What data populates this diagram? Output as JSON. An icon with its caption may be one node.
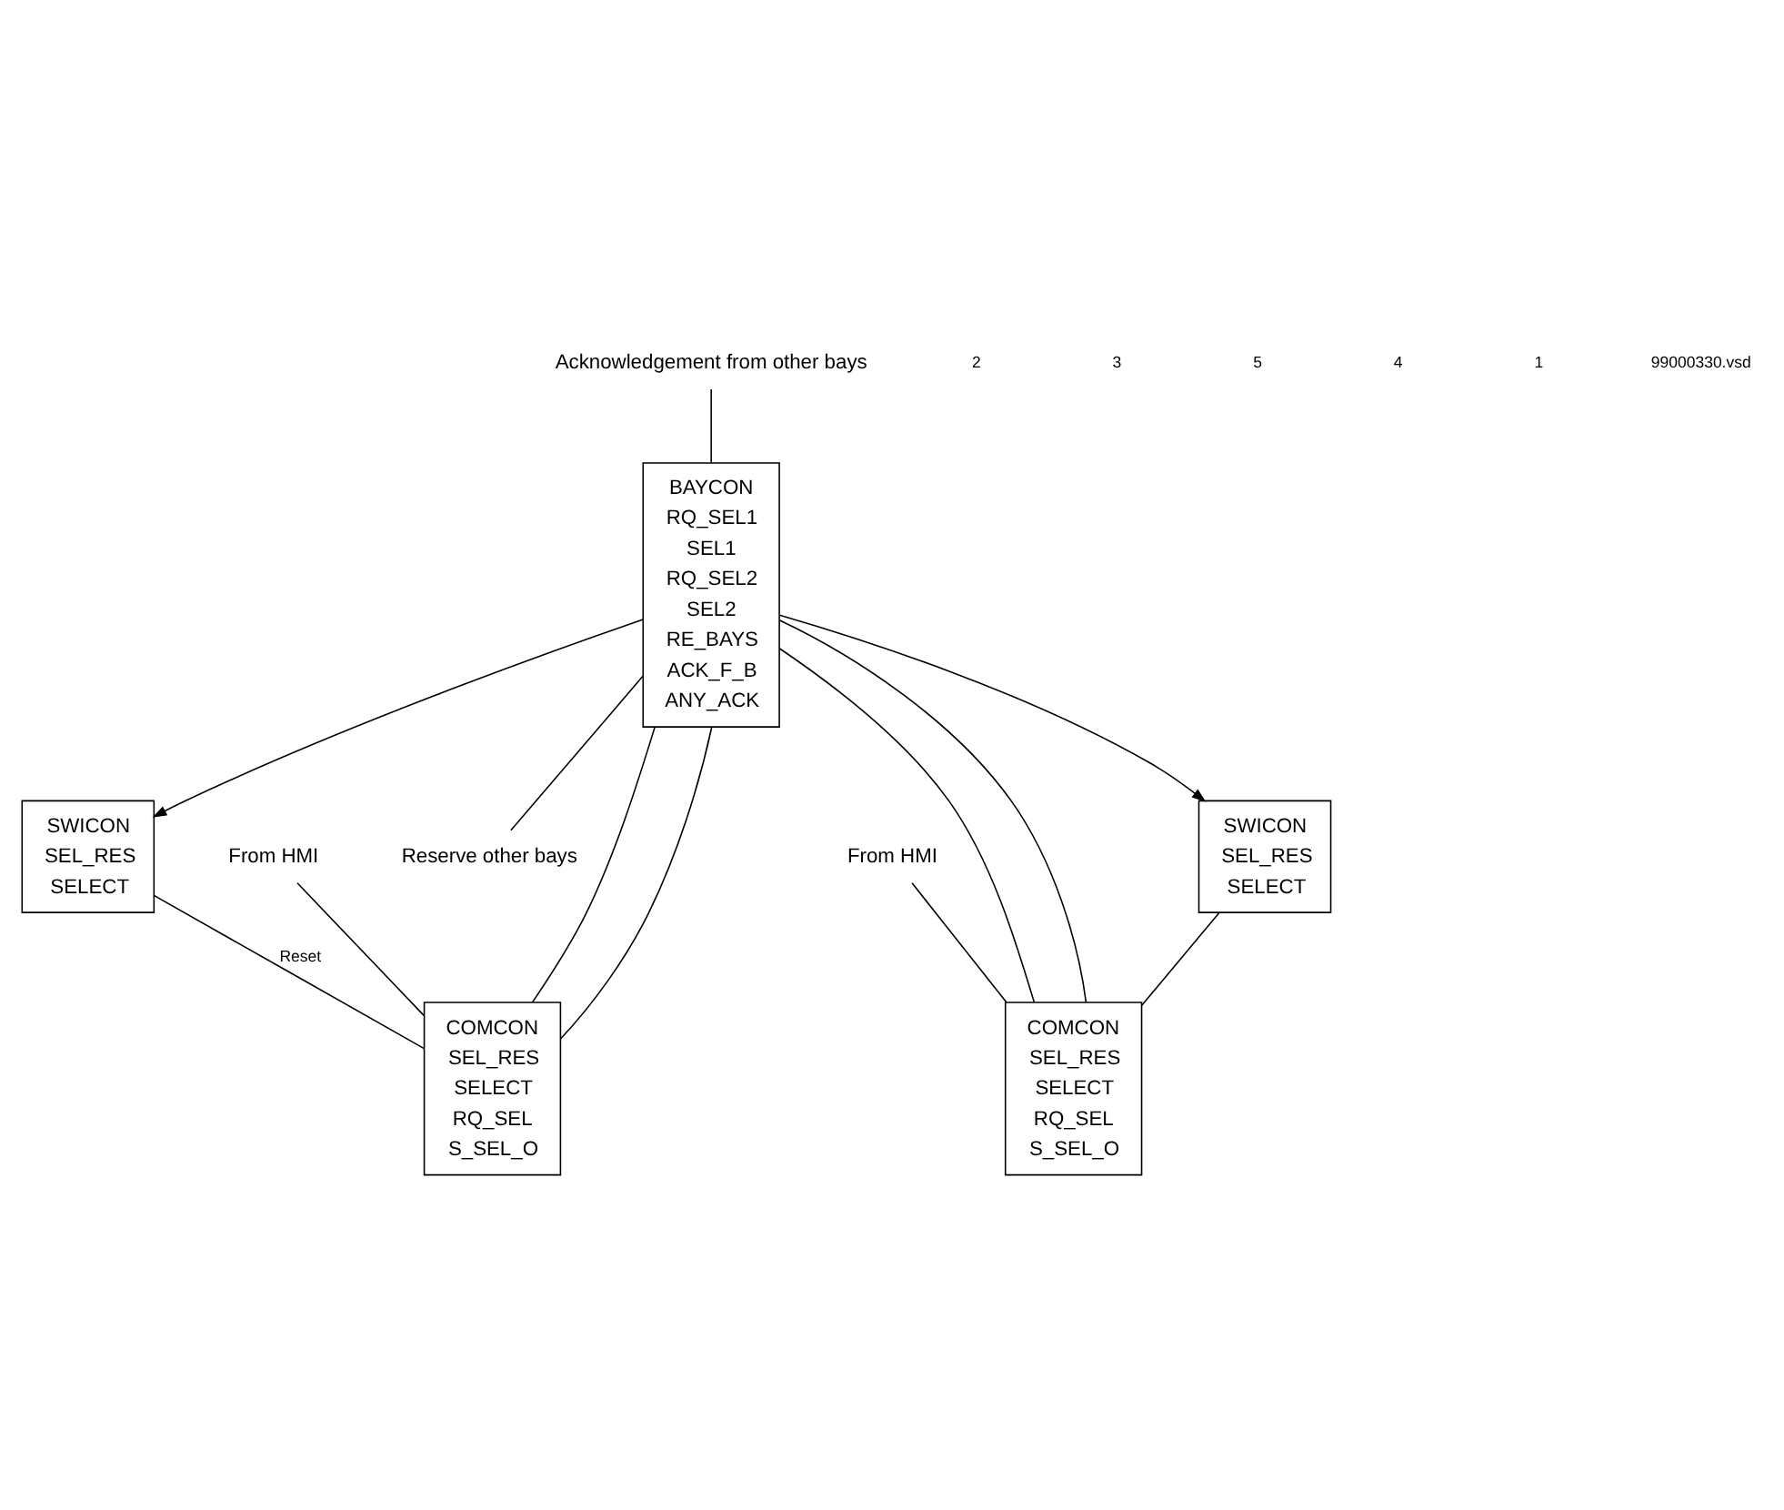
{
  "diagram": {
    "nodes": [
      {
        "text": [
          "BAYCON",
          "RQ_SEL1",
          "SEL1",
          "RQ_SEL2",
          "SEL2",
          "RE_BAYS",
          "ACK_F_B",
          "ANY_ACK"
        ]
      },
      {
        "text": [
          "Reserve other bays"
        ]
      },
      {
        "text": [
          "Acknowledgement from other bays"
        ]
      },
      {
        "text": [
          "COMCON",
          "SEL_RES",
          "SELECT",
          "RQ_SEL",
          "S_SEL_O"
        ]
      },
      {
        "text": [
          "SWICON",
          "SEL_RES",
          "SELECT"
        ]
      },
      {
        "text": [
          "From HMI"
        ]
      },
      {
        "text": [
          "COMCON",
          "SEL_RES",
          "SELECT",
          "RQ_SEL",
          "S_SEL_O"
        ]
      },
      {
        "text": [
          "SWICON",
          "SEL_RES",
          "SELECT"
        ]
      },
      {
        "text": [
          "From HMI"
        ]
      }
    ],
    "edges": [
      {
        "from": 3,
        "to": 0,
        "arrow": "none"
      },
      {
        "from": 6,
        "to": 0,
        "arrow": "none"
      },
      {
        "from": 0,
        "to": 1,
        "arrow": "none"
      },
      {
        "from": 2,
        "to": 0,
        "arrow": "none"
      },
      {
        "from": 0,
        "to": 3,
        "arrow": "none"
      },
      {
        "from": 0,
        "to": 4,
        "arrow": "to"
      },
      {
        "from": 4,
        "to": 3,
        "label": "Reset",
        "arrow": "none"
      },
      {
        "from": 5,
        "to": 3,
        "arrow": "none"
      },
      {
        "from": 0,
        "to": 6,
        "arrow": "none"
      },
      {
        "from": 0,
        "to": 7,
        "arrow": "to"
      },
      {
        "from": 7,
        "to": 6,
        "arrow": "none"
      },
      {
        "from": 8,
        "to": 6,
        "arrow": "none"
      }
    ],
    "labels": [
      "2",
      "3",
      "5",
      "4",
      "1",
      "99000330.vsd"
    ]
  }
}
